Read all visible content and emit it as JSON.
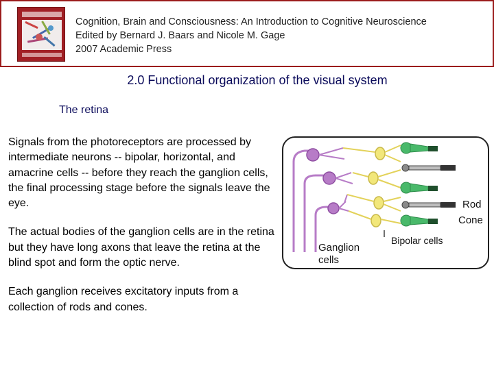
{
  "header": {
    "book_title": "Cognition, Brain and Consciousness: An Introduction to Cognitive Neuroscience",
    "editors": "Edited by Bernard J. Baars and Nicole M. Gage",
    "publisher": "2007 Academic Press"
  },
  "slide": {
    "title": "2.0 Functional organization of the visual system",
    "subheading": "The retina",
    "paragraphs": [
      "Signals from the photoreceptors are processed by intermediate neurons -- bipolar, horizontal, and amacrine cells -- before they reach the ganglion cells, the final processing stage before the signals leave the eye.",
      "The actual bodies of the ganglion cells are in the retina but they have long axons that leave the retina at the blind spot and form the optic nerve.",
      "Each ganglion receives excitatory inputs from a collection of rods and cones."
    ]
  },
  "figure": {
    "label_rod": "Rod",
    "label_cone": "Cone",
    "label_bipolar": "Bipolar cells",
    "label_ganglion_line1": "Ganglion",
    "label_ganglion_line2": "cells",
    "colors": {
      "ganglion": "#b77cc7",
      "bipolar": "#f2e77a",
      "cone": "#49b96a",
      "rod": "#8a8a8a",
      "border": "#222222"
    }
  }
}
